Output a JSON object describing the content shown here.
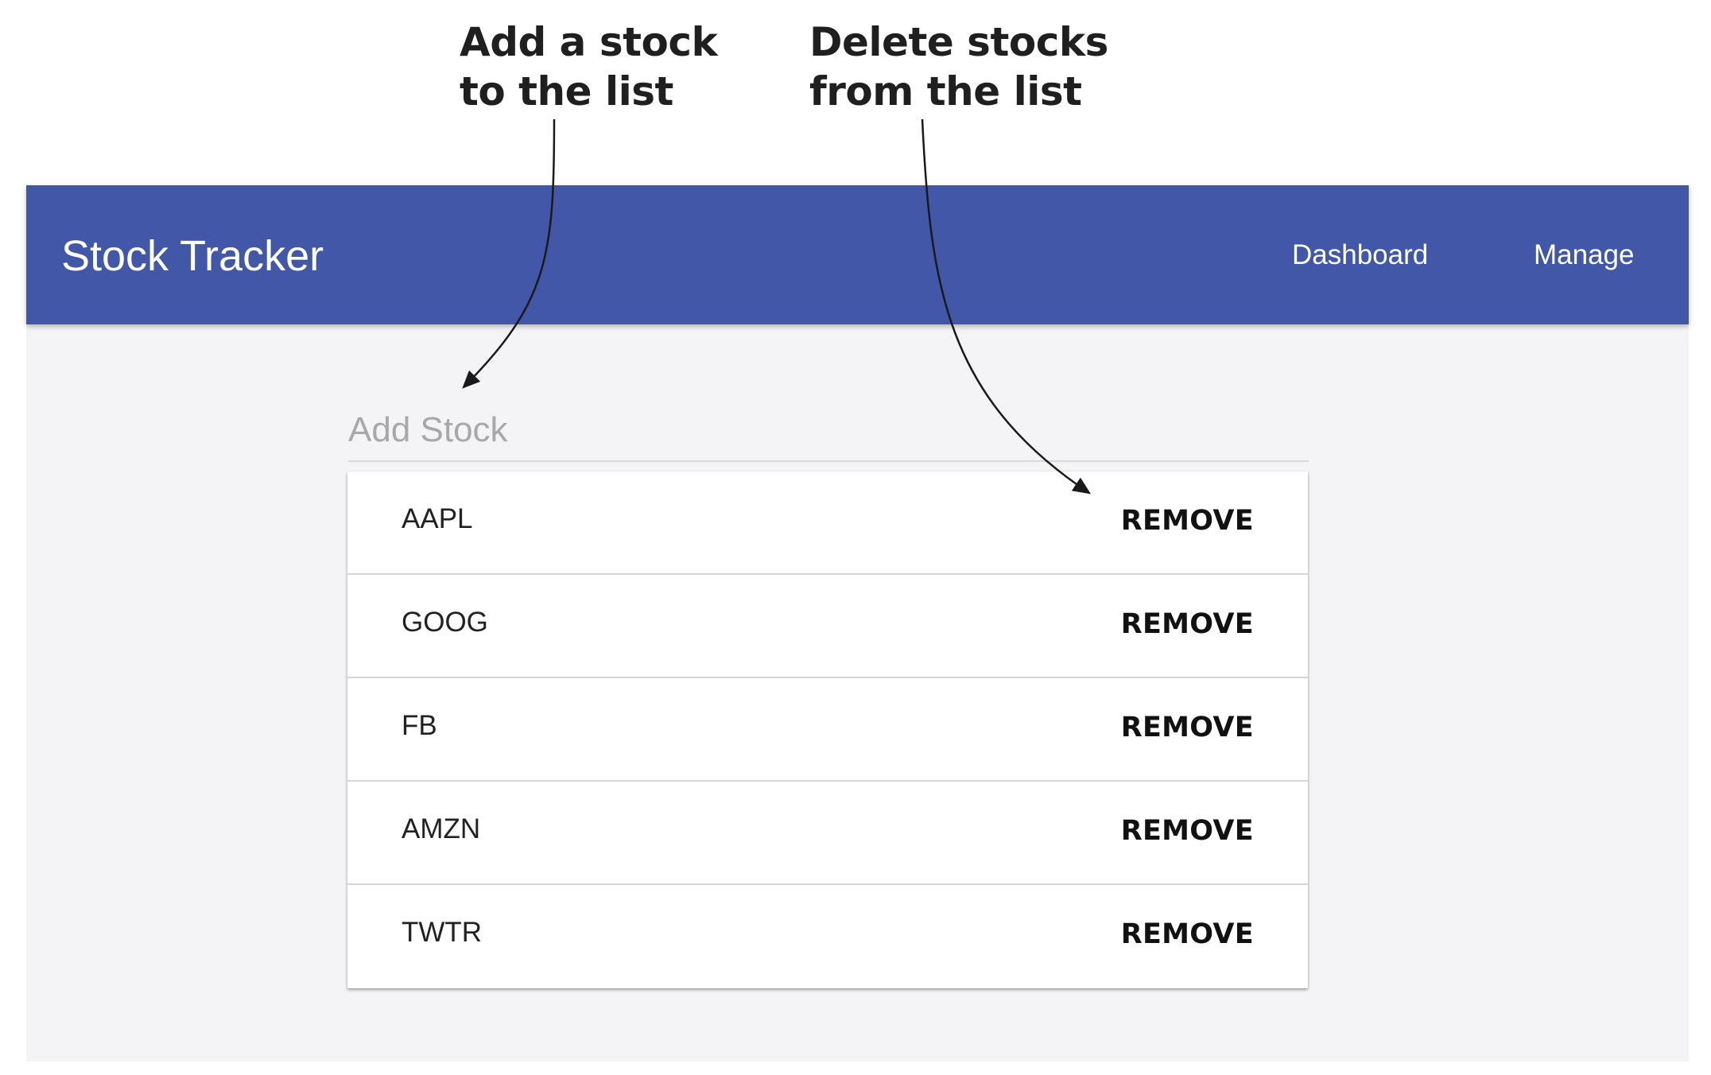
{
  "annotations": {
    "add": {
      "lines": [
        "Add a stock",
        "to the list"
      ]
    },
    "delete": {
      "lines": [
        "Delete stocks",
        "from the list"
      ]
    }
  },
  "app": {
    "title": "Stock Tracker",
    "nav": [
      {
        "label": "Dashboard"
      },
      {
        "label": "Manage"
      }
    ],
    "toolbar_color": "#4257a8"
  },
  "add_stock": {
    "placeholder": "Add Stock",
    "value": ""
  },
  "stocks": [
    {
      "symbol": "AAPL",
      "action": "REMOVE"
    },
    {
      "symbol": "GOOG",
      "action": "REMOVE"
    },
    {
      "symbol": "FB",
      "action": "REMOVE"
    },
    {
      "symbol": "AMZN",
      "action": "REMOVE"
    },
    {
      "symbol": "TWTR",
      "action": "REMOVE"
    }
  ]
}
